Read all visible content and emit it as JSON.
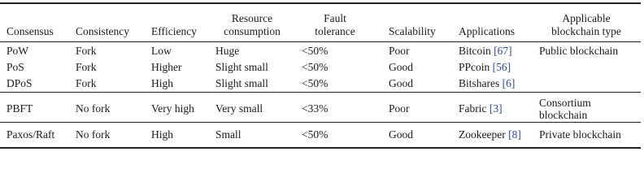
{
  "header": {
    "consensus": "Consensus",
    "consistency": "Consistency",
    "efficiency": "Efficiency",
    "resource_l1": "Resource",
    "resource_l2": "consumption",
    "fault_l1": "Fault",
    "fault_l2": "tolerance",
    "scalability": "Scalability",
    "applications": "Applications",
    "type_l1": "Applicable",
    "type_l2": "blockchain type"
  },
  "rows": [
    {
      "consensus": "PoW",
      "consistency": "Fork",
      "efficiency": "Low",
      "resource": "Huge",
      "fault": "<50%",
      "scalability": "Poor",
      "app_name": "Bitcoin",
      "app_ref": "[67]",
      "type_l1": "Public blockchain",
      "type_l2": ""
    },
    {
      "consensus": "PoS",
      "consistency": "Fork",
      "efficiency": "Higher",
      "resource": "Slight small",
      "fault": "<50%",
      "scalability": "Good",
      "app_name": "PPcoin",
      "app_ref": "[56]",
      "type_l1": "",
      "type_l2": ""
    },
    {
      "consensus": "DPoS",
      "consistency": "Fork",
      "efficiency": "High",
      "resource": "Slight small",
      "fault": "<50%",
      "scalability": "Good",
      "app_name": "Bitshares",
      "app_ref": "[6]",
      "type_l1": "",
      "type_l2": ""
    },
    {
      "consensus": "PBFT",
      "consistency": "No fork",
      "efficiency": "Very high",
      "resource": "Very small",
      "fault": "<33%",
      "scalability": "Poor",
      "app_name": "Fabric",
      "app_ref": "[3]",
      "type_l1": "Consortium",
      "type_l2": "blockchain"
    },
    {
      "consensus": "Paxos/Raft",
      "consistency": "No fork",
      "efficiency": "High",
      "resource": "Small",
      "fault": "<50%",
      "scalability": "Good",
      "app_name": "Zookeeper",
      "app_ref": "[8]",
      "type_l1": "Private blockchain",
      "type_l2": ""
    }
  ]
}
